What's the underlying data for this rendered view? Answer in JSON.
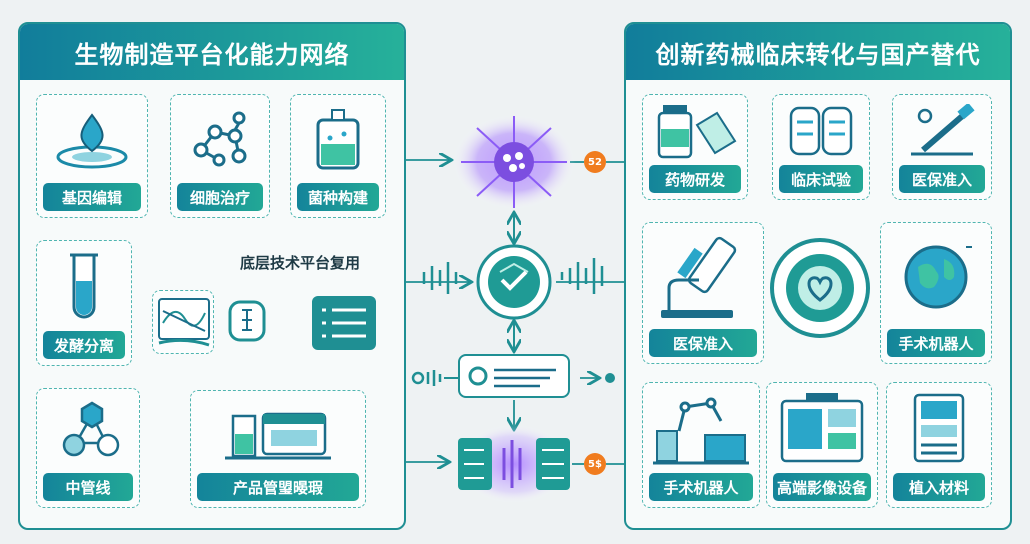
{
  "left_panel": {
    "title": "生物制造平台化能力网络",
    "nodes": {
      "gene_editing": "基因编辑",
      "cell_therapy": "细胞治疗",
      "strain_construction": "菌种构建",
      "fermentation": "发酵分离",
      "pipeline": "中管线",
      "product_management": "产品管琞暥瑕"
    },
    "shared_label": "底层技术平台复用"
  },
  "right_panel": {
    "title": "创新药械临床转化与国产替代",
    "nodes": {
      "drug_rd": "药物研发",
      "clinical_trial": "临床试验",
      "insurance_access_top": "医保准入",
      "insurance_access_mid": "医保准入",
      "surgical_robot_mid": "手术机器人",
      "surgical_robot_bottom": "手术机器人",
      "high_end_imaging": "高端影像设备",
      "implant_materials": "植入材料"
    }
  },
  "center": {
    "badge_top": "52",
    "badge_bottom": "5$"
  },
  "colors": {
    "teal": "#1f8f93",
    "teal_light": "#26b19a",
    "purple": "#8b5cf6",
    "orange": "#f07c1e"
  },
  "icons": [
    "water-drop-icon",
    "molecule-icon",
    "flask-icon",
    "test-tube-icon",
    "hexagon-network-icon",
    "lab-bench-icon",
    "burst-icon",
    "check-hub-icon",
    "sound-wave-icon",
    "chip-icon",
    "medicine-bottle-icon",
    "capsule-icon",
    "pipette-icon",
    "microscope-icon",
    "heart-hub-icon",
    "globe-icon",
    "robot-arm-icon",
    "imaging-device-icon",
    "implant-machine-icon"
  ]
}
